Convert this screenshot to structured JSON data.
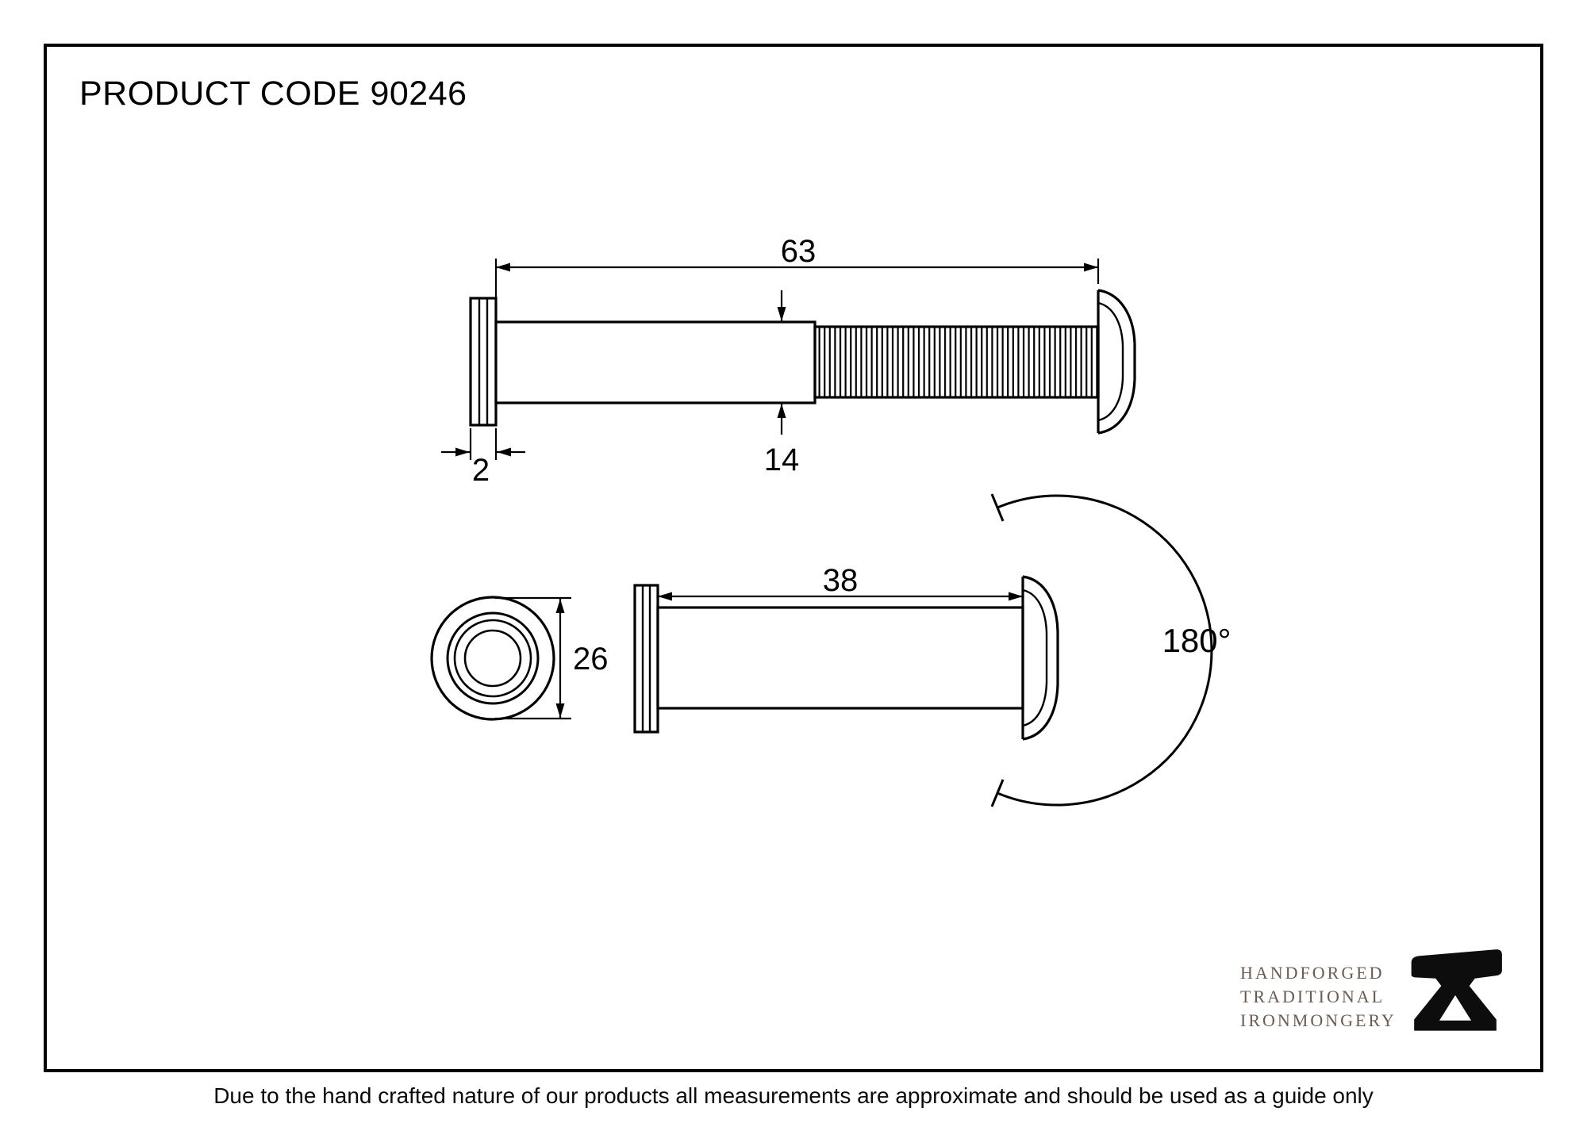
{
  "header": {
    "product_code": "PRODUCT CODE 90246"
  },
  "drawing": {
    "side_view_threaded": {
      "overall_length": "63",
      "flange_thickness": "2",
      "barrel_diameter": "14"
    },
    "front_view": {
      "face_diameter": "26"
    },
    "side_view_plain": {
      "body_length": "38"
    },
    "viewing_angle": "180°"
  },
  "logo": {
    "line1": "HANDFORGED",
    "line2": "TRADITIONAL",
    "line3": "IRONMONGERY"
  },
  "footer": {
    "disclaimer": "Due to the hand crafted nature of our products all measurements are approximate and should be used as a guide only"
  }
}
